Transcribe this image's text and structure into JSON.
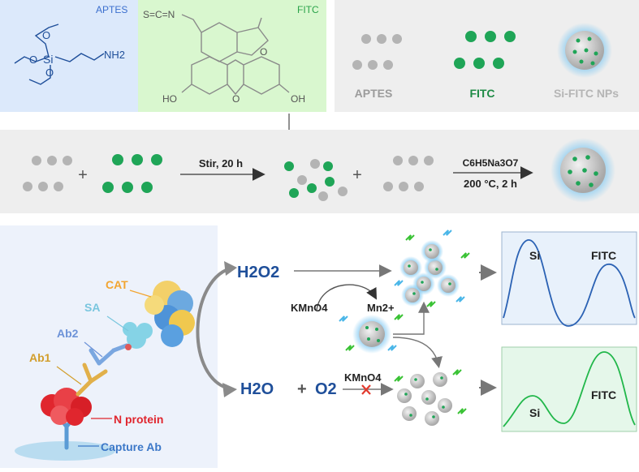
{
  "top": {
    "aptes_panel_label": "APTES",
    "aptes_nh2": "NH2",
    "aptes_si": "Si",
    "aptes_o": "O",
    "fitc_panel_label": "FITC",
    "fitc_isothiocyanate": "S=C=N",
    "fitc_oh": "HO",
    "fitc_oh_right": "OH",
    "fitc_ring_o": "O",
    "legend": [
      "APTES",
      "FITC",
      "Si-FITC NPs"
    ]
  },
  "synthesis": {
    "step1": "Stir, 20 h",
    "step2_reagent": "C6H5Na3O7",
    "step2_conditions": "200 °C, 2 h",
    "plus": "+"
  },
  "assay": {
    "labels": {
      "cat": "CAT",
      "sa": "SA",
      "ab2": "Ab2",
      "ab1": "Ab1",
      "n_protein": "N protein",
      "capture_ab": "Capture Ab"
    },
    "h2o2": "H2O2",
    "kmno4": "KMnO4",
    "mn2": "Mn2+",
    "h2o": "H2O",
    "plus": "+",
    "o2": "O2",
    "kmno4_blocked": "KMnO4",
    "chart_top": {
      "peak1": "Si",
      "peak2": "FITC"
    },
    "chart_bottom": {
      "peak1": "Si",
      "peak2": "FITC"
    }
  },
  "colors": {
    "aptes_bg": "#dce9fb",
    "fitc_bg": "#d9f7cf",
    "green": "#1fa557",
    "grey_dot": "#b4b4b4",
    "blue_text": "#1f4f9a",
    "cat_label": "#f2a531",
    "sa_label": "#79c6de",
    "n_protein": "#e0262e"
  }
}
